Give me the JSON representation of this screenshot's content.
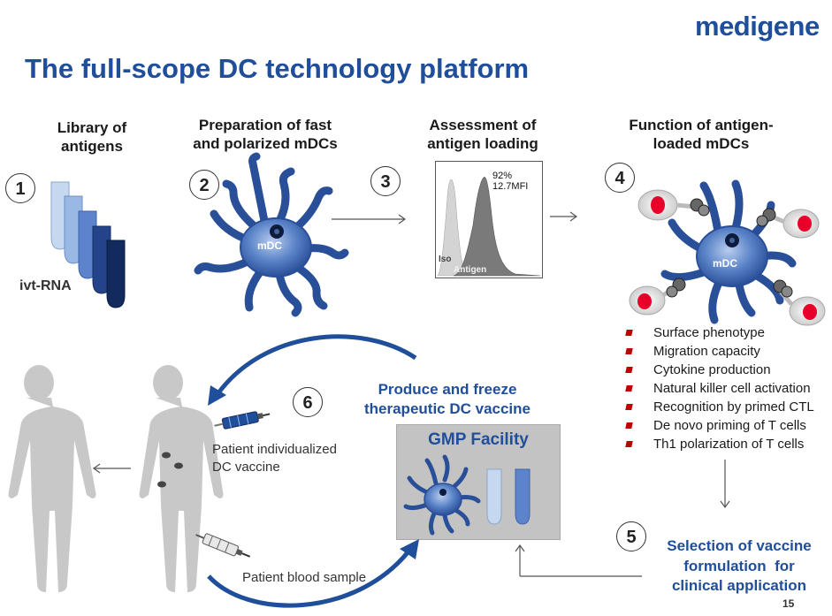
{
  "brand": {
    "logo": "medigene"
  },
  "slide": {
    "title": "The full-scope DC technology platform",
    "page_number": "15"
  },
  "steps": [
    {
      "number": "1",
      "title_line1": "Library of",
      "title_line2": "antigens",
      "label": "ivt-RNA"
    },
    {
      "number": "2",
      "title_line1": "Preparation of fast",
      "title_line2": "and polarized mDCs",
      "cell_label": "mDC"
    },
    {
      "number": "3",
      "title_line1": "Assessment of",
      "title_line2": "antigen loading",
      "histogram": {
        "percent": "92%",
        "mfi": "12.7MFI",
        "iso_label": "Iso",
        "antigen_label": "Antigen"
      }
    },
    {
      "number": "4",
      "title_line1": "Function of antigen-",
      "title_line2": "loaded mDCs",
      "cell_label": "mDC",
      "functions": [
        "Surface phenotype",
        "Migration capacity",
        "Cytokine production",
        "Natural killer cell activation",
        "Recognition by primed CTL",
        "De novo priming of T cells",
        "Th1 polarization of T cells"
      ]
    },
    {
      "number": "5",
      "title_line1": "Selection of vaccine",
      "title_line2": "formulation  for",
      "title_line3": "clinical application"
    },
    {
      "number": "6",
      "title_line1": "Produce and freeze",
      "title_line2": "therapeutic DC vaccine"
    }
  ],
  "gmp": {
    "label": "GMP Facility"
  },
  "patient": {
    "vaccine_line1": "Patient individualized",
    "vaccine_line2": "DC vaccine",
    "blood_sample": "Patient blood sample"
  },
  "colors": {
    "brand_blue": "#1f4e9a",
    "bullet_red": "#c00000",
    "cell_blue": "#2a58a8",
    "silhouette": "#c8c8c8"
  }
}
